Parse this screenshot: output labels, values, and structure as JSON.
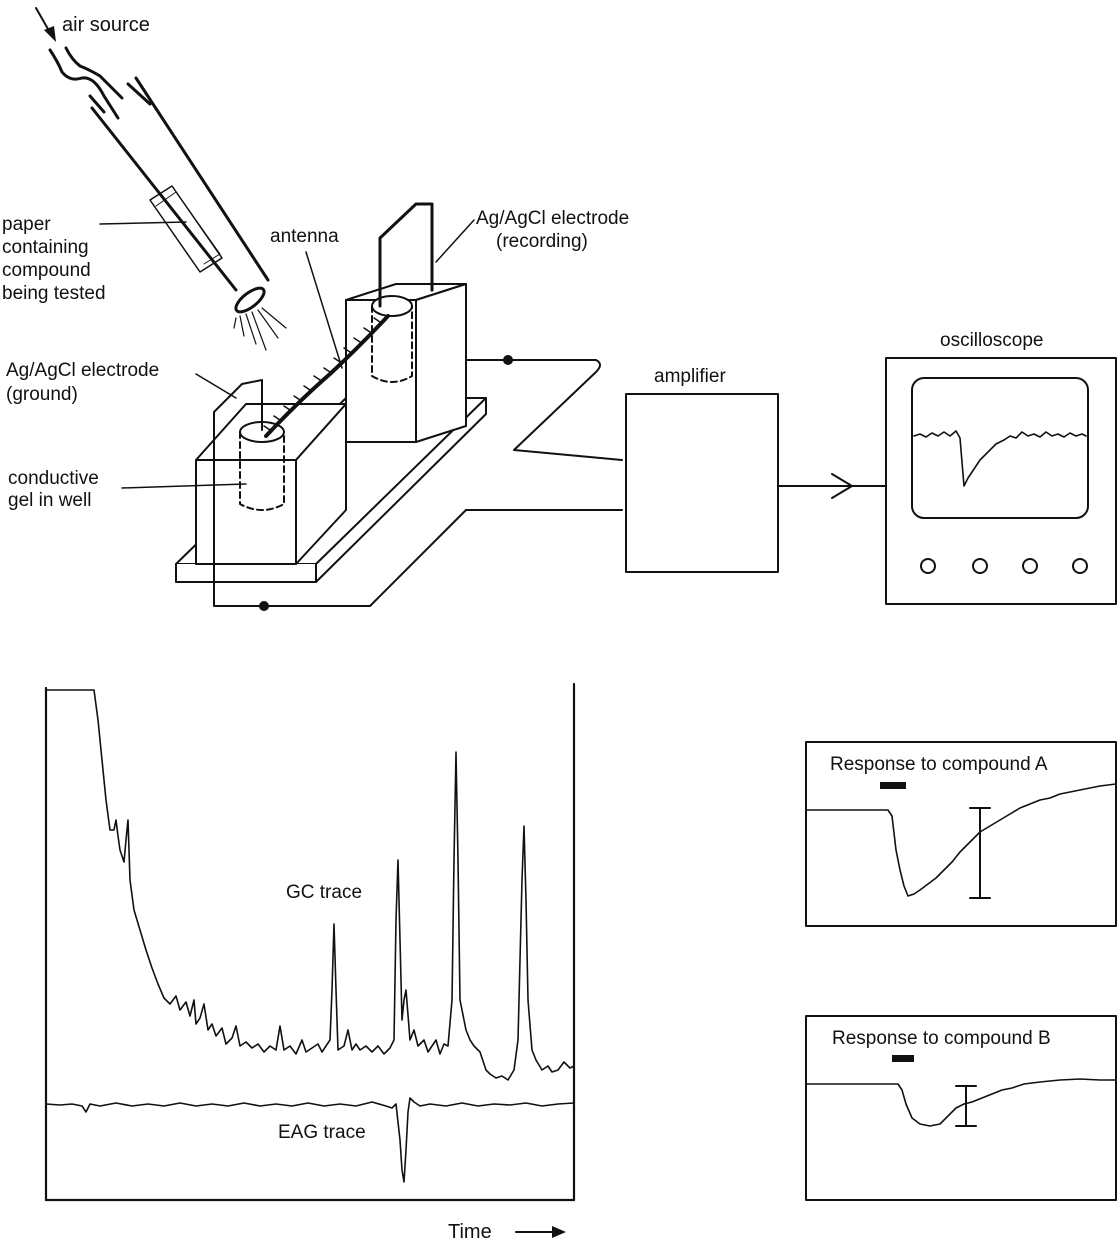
{
  "setup": {
    "air_source": "air source",
    "paper_lines": [
      "paper",
      "containing",
      "compound",
      "being tested"
    ],
    "antenna": "antenna",
    "electrode_recording_lines": [
      "Ag/AgCl electrode",
      "(recording)"
    ],
    "electrode_ground_lines": [
      "Ag/AgCl electrode",
      "(ground)"
    ],
    "gel_lines": [
      "conductive",
      "gel in well"
    ],
    "amplifier": "amplifier",
    "oscilloscope": "oscilloscope"
  },
  "traces": {
    "gc_label": "GC trace",
    "eag_label": "EAG trace",
    "time_label": "Time"
  },
  "responses": {
    "a_title": "Response to compound A",
    "b_title": "Response to compound B"
  }
}
